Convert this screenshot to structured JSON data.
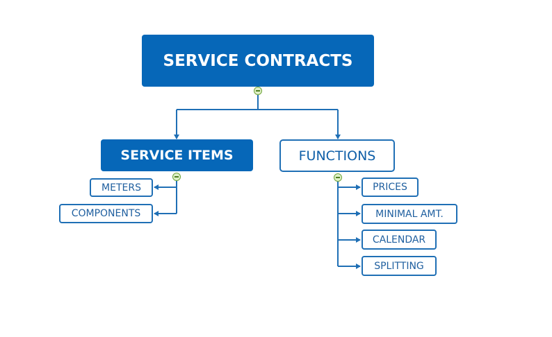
{
  "diagram": {
    "root": {
      "label": "SERVICE CONTRACTS"
    },
    "branches": [
      {
        "label": "SERVICE ITEMS",
        "style": "filled",
        "children": [
          "METERS",
          "COMPONENTS"
        ]
      },
      {
        "label": "FUNCTIONS",
        "style": "outline",
        "children": [
          "PRICES",
          "MINIMAL AMT.",
          "CALENDAR",
          "SPLITTING"
        ]
      }
    ],
    "colors": {
      "primary": "#0667b8",
      "border": "#1f6fb5",
      "connector": "#1f6fb5",
      "toggle_fill": "#dff0c6",
      "toggle_border": "#6ea33a"
    }
  }
}
